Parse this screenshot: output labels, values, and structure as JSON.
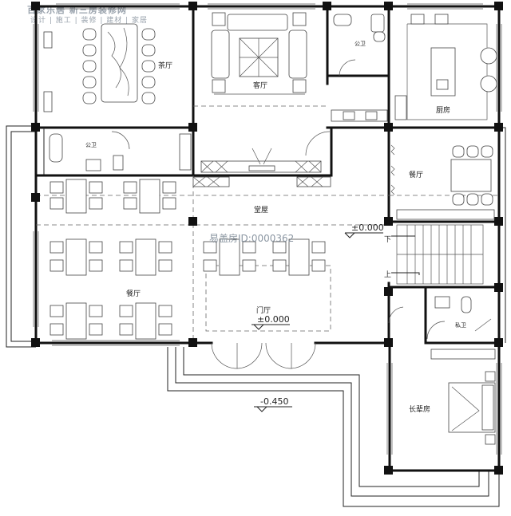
{
  "watermark": {
    "brand": "百家乐居 新三房装修网",
    "tagline": "设计 | 施工 | 装修 | 建材 | 家居",
    "center": "易盖房ID:0000362"
  },
  "rooms": {
    "tea_room": "茶厅",
    "living_room": "客厅",
    "bathroom_top": "公卫",
    "kitchen": "厨房",
    "bathroom_left": "公卫",
    "dining_room": "餐厅",
    "hall": "堂屋",
    "restaurant": "餐厅",
    "entrance": "门厅",
    "bathroom_private": "私卫",
    "elder_room": "长辈房"
  },
  "stairs": {
    "down": "下",
    "up": "上"
  },
  "elevations": {
    "stair_level": "±0.000",
    "entrance_level": "±0.000",
    "outside_level": "-0.450"
  }
}
